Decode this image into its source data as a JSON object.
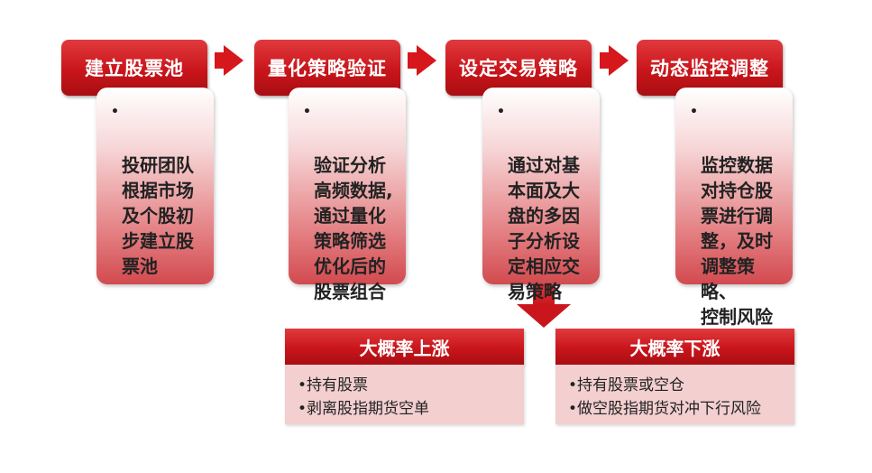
{
  "steps": [
    {
      "title": "建立股票池",
      "body": "投研团队\n根据市场\n及个股初\n步建立股\n票池"
    },
    {
      "title": "量化策略验证",
      "body": "验证分析\n高频数据,\n通过量化\n策略筛选\n优化后的\n股票组合"
    },
    {
      "title": "设定交易策略",
      "body": "通过对基\n本面及大\n盘的多因\n子分析设\n定相应交\n易策略"
    },
    {
      "title": "动态监控调整",
      "body": "监控数据\n对持仓股\n票进行调\n整，及时\n调整策略、\n控制风险"
    }
  ],
  "outcomes": [
    {
      "title": "大概率上涨",
      "items": [
        "•持有股票",
        "•剥离股指期货空单"
      ]
    },
    {
      "title": "大概率下涨",
      "items": [
        "•持有股票或空仓",
        "•做空股指期货对冲下行风险"
      ]
    }
  ],
  "bullet": "•",
  "colors": {
    "header_red": "#c9151b",
    "arrow_red": "#d6171c",
    "outcome_bg": "#f3cfd0"
  }
}
